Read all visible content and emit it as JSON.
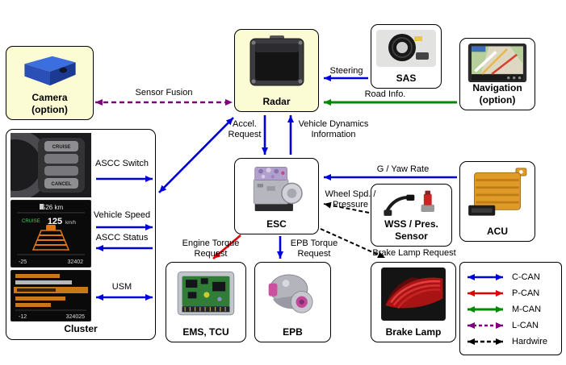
{
  "title": "ASCC system architecture diagram",
  "colors": {
    "c_can_blue": "#0000dd",
    "p_can_red": "#e00000",
    "m_can_green": "#008a00",
    "l_can_purple": "#800080",
    "hardwire_black": "#000000",
    "highlight_box_fill": "#fbfbd4",
    "box_border": "#000000",
    "background": "#ffffff"
  },
  "nodes": {
    "camera": {
      "line1": "Camera",
      "line2": "(option)"
    },
    "radar": {
      "label": "Radar"
    },
    "sas": {
      "label": "SAS"
    },
    "navigation": {
      "line1": "Navigation",
      "line2": "(option)"
    },
    "cluster": {
      "label": "Cluster"
    },
    "esc": {
      "label": "ESC"
    },
    "wss": {
      "line1": "WSS / Pres.",
      "line2": "Sensor"
    },
    "acu": {
      "label": "ACU"
    },
    "ems_tcu": {
      "label": "EMS, TCU"
    },
    "epb": {
      "label": "EPB"
    },
    "brake_lamp": {
      "label": "Brake Lamp"
    }
  },
  "signals": {
    "sensor_fusion": "Sensor Fusion",
    "steering": "Steering",
    "road_info": "Road Info.",
    "accel_line1": "Accel.",
    "accel_line2": "Request",
    "vdi_line1": "Vehicle Dynamics",
    "vdi_line2": "Information",
    "ascc_switch": "ASCC Switch",
    "vehicle_speed": "Vehicle Speed",
    "ascc_status": "ASCC Status",
    "usm": "USM",
    "engine_torque_line1": "Engine Torque",
    "engine_torque_line2": "Request",
    "epb_torque_line1": "EPB Torque",
    "epb_torque_line2": "Request",
    "brake_lamp_request": "Brake Lamp Request",
    "wheel_line1": "Wheel Spd. /",
    "wheel_line2": "Pressure",
    "g_yaw_rate": "G / Yaw Rate"
  },
  "cluster_display": {
    "switch_top": "CRUISE",
    "switch_bottom": "CANCEL",
    "odometer_top": "526 km",
    "cruise_label": "CRUISE",
    "speed": "125",
    "speed_unit": "km/h",
    "temp_1": "-25",
    "odo_1": "32402",
    "temp_2": "-12",
    "odo_2": "324025"
  },
  "legend": {
    "items": [
      {
        "label": "C-CAN",
        "color": "#0000dd",
        "style": "solid"
      },
      {
        "label": "P-CAN",
        "color": "#e00000",
        "style": "solid"
      },
      {
        "label": "M-CAN",
        "color": "#008a00",
        "style": "solid"
      },
      {
        "label": "L-CAN",
        "color": "#800080",
        "style": "dashed"
      },
      {
        "label": "Hardwire",
        "color": "#000000",
        "style": "dashed"
      }
    ]
  },
  "connections": [
    {
      "from": "Camera (option)",
      "to": "Radar",
      "bus": "L-CAN",
      "bidirectional": true,
      "label": "Sensor Fusion"
    },
    {
      "from": "SAS",
      "to": "Radar",
      "bus": "C-CAN",
      "bidirectional": false,
      "label": "Steering"
    },
    {
      "from": "Navigation (option)",
      "to": "Radar",
      "bus": "M-CAN",
      "bidirectional": false,
      "label": "Road Info."
    },
    {
      "from": "Radar",
      "to": "ESC",
      "bus": "C-CAN",
      "bidirectional": false,
      "label": "Accel. Request"
    },
    {
      "from": "ESC",
      "to": "Radar",
      "bus": "C-CAN",
      "bidirectional": false,
      "label": "Vehicle Dynamics Information"
    },
    {
      "from": "Cluster",
      "to": "Radar",
      "bus": "C-CAN",
      "bidirectional": true,
      "label": ""
    },
    {
      "from": "Cluster",
      "to": "C-CAN bus",
      "bus": "C-CAN",
      "bidirectional": false,
      "label": "ASCC Switch"
    },
    {
      "from": "Cluster",
      "to": "C-CAN bus",
      "bus": "C-CAN",
      "bidirectional": false,
      "label": "Vehicle Speed"
    },
    {
      "from": "C-CAN bus",
      "to": "Cluster",
      "bus": "C-CAN",
      "bidirectional": false,
      "label": "ASCC Status"
    },
    {
      "from": "Cluster",
      "to": "C-CAN bus",
      "bus": "C-CAN",
      "bidirectional": true,
      "label": "USM"
    },
    {
      "from": "ESC",
      "to": "EMS, TCU",
      "bus": "P-CAN",
      "bidirectional": false,
      "label": "Engine Torque Request"
    },
    {
      "from": "ESC",
      "to": "EPB",
      "bus": "C-CAN",
      "bidirectional": false,
      "label": "EPB Torque Request"
    },
    {
      "from": "ESC",
      "to": "Brake Lamp",
      "bus": "Hardwire",
      "bidirectional": false,
      "label": "Brake Lamp Request"
    },
    {
      "from": "WSS / Pres. Sensor",
      "to": "ESC",
      "bus": "Hardwire",
      "bidirectional": false,
      "label": "Wheel Spd. / Pressure"
    },
    {
      "from": "ACU",
      "to": "ESC",
      "bus": "C-CAN",
      "bidirectional": false,
      "label": "G / Yaw Rate"
    }
  ]
}
